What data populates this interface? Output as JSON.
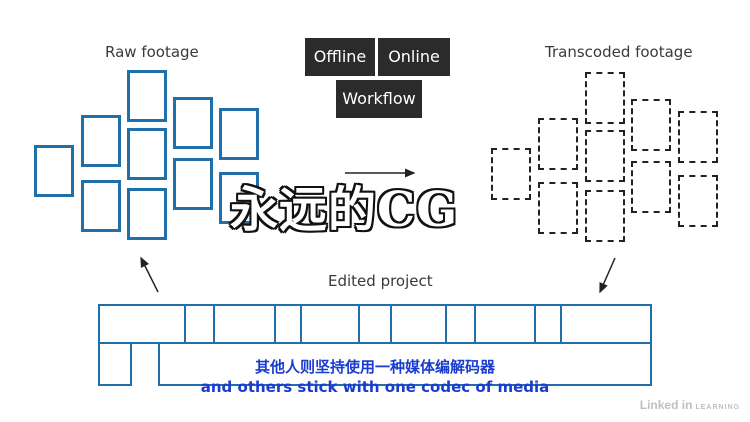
{
  "labels": {
    "raw": "Raw footage",
    "transcoded": "Transcoded footage",
    "edited": "Edited project"
  },
  "tags": {
    "offline": "Offline",
    "online": "Online",
    "workflow": "Workflow"
  },
  "watermark": "永远的CG",
  "subtitles": {
    "zh": "其他人则坚持使用一种媒体编解码器",
    "en": "and others stick with one codec of media"
  },
  "brand": {
    "name": "Linked in",
    "suffix": "LEARNING"
  },
  "colors": {
    "accent": "#1f6fa8",
    "tag_bg": "#2b2b2b",
    "subtitle": "#1a3ccf"
  }
}
